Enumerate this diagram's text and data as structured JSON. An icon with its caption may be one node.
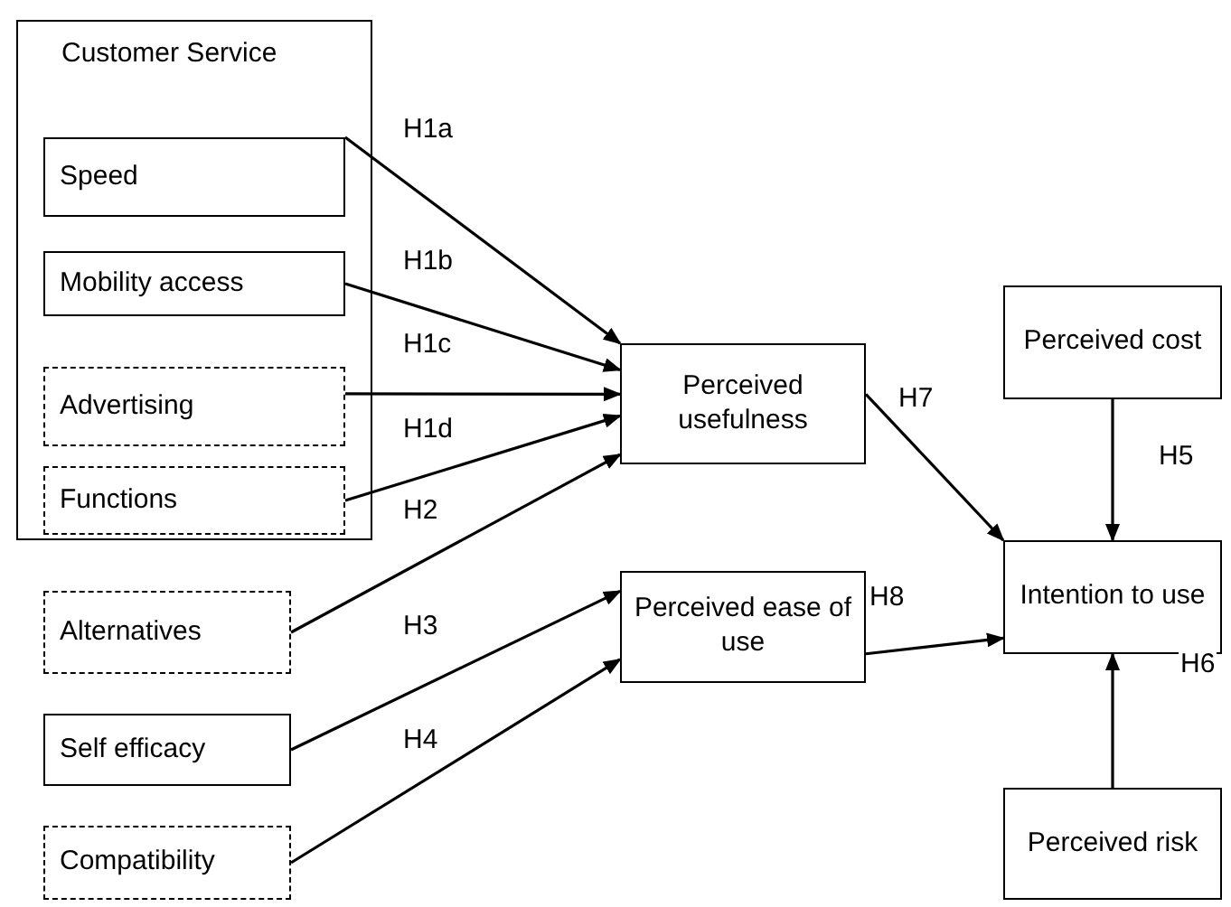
{
  "diagram": {
    "nodes": [
      {
        "text": [
          "Customer Service"
        ]
      },
      {
        "text": [
          "Speed"
        ],
        "in": 0
      },
      {
        "text": [
          "Mobility access"
        ],
        "in": 0
      },
      {
        "text": [
          "Advertising"
        ],
        "in": 0
      },
      {
        "text": [
          "Functions"
        ],
        "in": 0
      },
      {
        "text": [
          "Alternatives"
        ]
      },
      {
        "text": [
          "Self efficacy"
        ]
      },
      {
        "text": [
          "Compatibility"
        ]
      },
      {
        "text": [
          "Perceived usefulness"
        ]
      },
      {
        "text": [
          "Perceived ease of use"
        ]
      },
      {
        "text": [
          "Perceived cost"
        ]
      },
      {
        "text": [
          "Intention to use"
        ]
      },
      {
        "text": [
          "Perceived risk"
        ]
      }
    ],
    "edges": [
      {
        "from": 1,
        "to": 8,
        "arrow": "to",
        "label": "H1a"
      },
      {
        "from": 2,
        "to": 8,
        "arrow": "to",
        "label": "H1b"
      },
      {
        "from": 3,
        "to": 8,
        "arrow": "to",
        "label": "H1c"
      },
      {
        "from": 4,
        "to": 8,
        "arrow": "to",
        "label": "H1d"
      },
      {
        "from": 5,
        "to": 8,
        "arrow": "to",
        "label": "H2"
      },
      {
        "from": 6,
        "to": 9,
        "arrow": "to",
        "label": "H3"
      },
      {
        "from": 7,
        "to": 9,
        "arrow": "to",
        "label": "H4"
      },
      {
        "from": 8,
        "to": 11,
        "arrow": "to",
        "label": "H7"
      },
      {
        "from": 9,
        "to": 11,
        "arrow": "to",
        "label": "H8"
      },
      {
        "from": 10,
        "to": 11,
        "arrow": "to",
        "label": "H5"
      },
      {
        "from": 12,
        "to": 11,
        "arrow": "to",
        "label": "H6"
      }
    ]
  }
}
